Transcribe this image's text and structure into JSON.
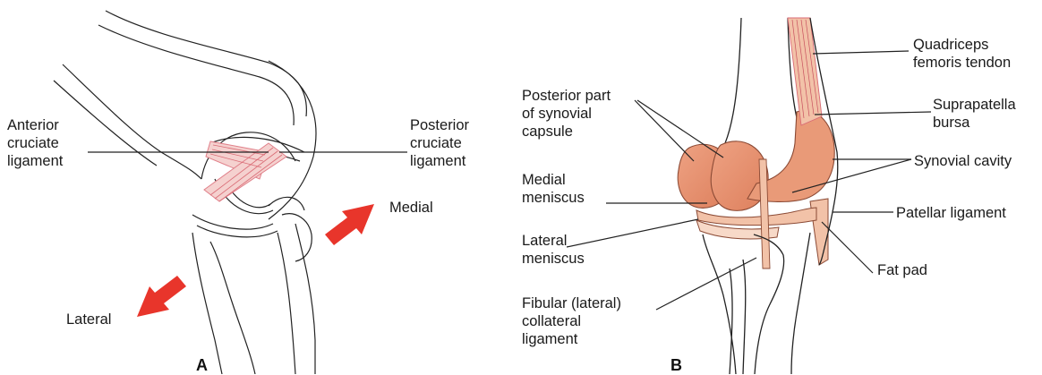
{
  "panel_a": {
    "letter": "A",
    "labels": {
      "anterior_cruciate": [
        "Anterior",
        "cruciate",
        "ligament"
      ],
      "posterior_cruciate": [
        "Posterior",
        "cruciate",
        "ligament"
      ],
      "medial": "Medial",
      "lateral": "Lateral"
    }
  },
  "panel_b": {
    "letter": "B",
    "labels": {
      "posterior_synovial": [
        "Posterior part",
        "of synovial",
        "capsule"
      ],
      "medial_meniscus": [
        "Medial",
        "meniscus"
      ],
      "lateral_meniscus": [
        "Lateral",
        "meniscus"
      ],
      "fibular_collateral": [
        "Fibular (lateral)",
        "collateral",
        "ligament"
      ],
      "quadriceps": [
        "Quadriceps",
        "femoris tendon"
      ],
      "suprapatella": [
        "Suprapatella",
        "bursa"
      ],
      "synovial_cavity": "Synovial cavity",
      "patellar_ligament": "Patellar ligament",
      "fat_pad": "Fat pad"
    }
  },
  "colors": {
    "arrow": "#e8352b",
    "capsule": "#e99a78",
    "capsule_light": "#f2c2a8",
    "ligament": "#e0808a",
    "outline": "#222222"
  }
}
